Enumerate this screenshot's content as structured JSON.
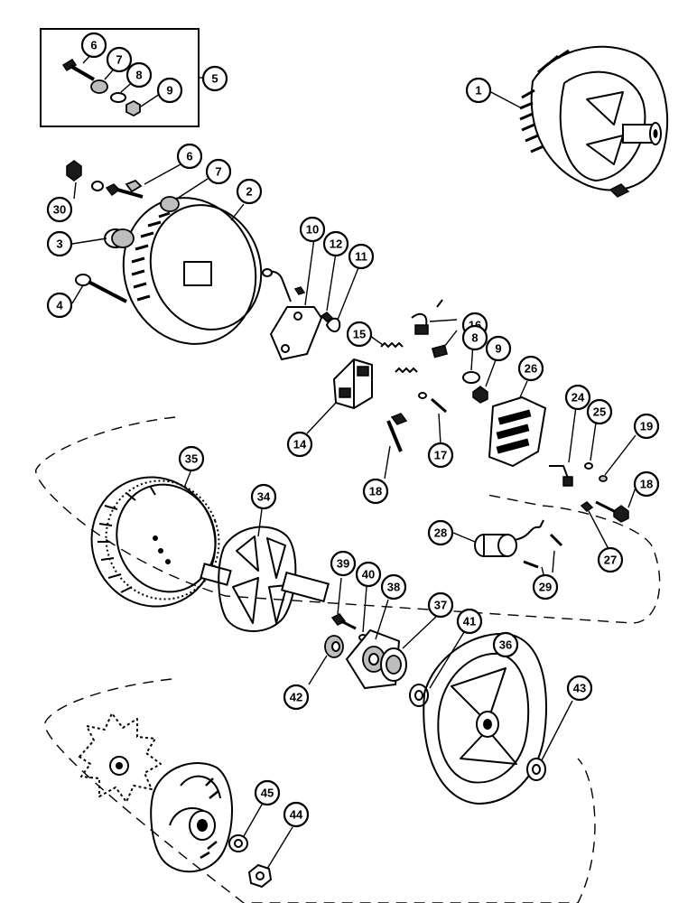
{
  "callouts": [
    {
      "id": "c1",
      "label": "1"
    },
    {
      "id": "c2",
      "label": "2"
    },
    {
      "id": "c3",
      "label": "3"
    },
    {
      "id": "c4",
      "label": "4"
    },
    {
      "id": "c5",
      "label": "5"
    },
    {
      "id": "c6a",
      "label": "6"
    },
    {
      "id": "c7a",
      "label": "7"
    },
    {
      "id": "c8a",
      "label": "8"
    },
    {
      "id": "c9a",
      "label": "9"
    },
    {
      "id": "c6b",
      "label": "6"
    },
    {
      "id": "c7b",
      "label": "7"
    },
    {
      "id": "c30",
      "label": "30"
    },
    {
      "id": "c10",
      "label": "10"
    },
    {
      "id": "c12",
      "label": "12"
    },
    {
      "id": "c11",
      "label": "11"
    },
    {
      "id": "c15",
      "label": "15"
    },
    {
      "id": "c16",
      "label": "16"
    },
    {
      "id": "c8b",
      "label": "8"
    },
    {
      "id": "c9b",
      "label": "9"
    },
    {
      "id": "c26",
      "label": "26"
    },
    {
      "id": "c14",
      "label": "14"
    },
    {
      "id": "c17",
      "label": "17"
    },
    {
      "id": "c18a",
      "label": "18"
    },
    {
      "id": "c24",
      "label": "24"
    },
    {
      "id": "c25",
      "label": "25"
    },
    {
      "id": "c19",
      "label": "19"
    },
    {
      "id": "c18b",
      "label": "18"
    },
    {
      "id": "c27",
      "label": "27"
    },
    {
      "id": "c28",
      "label": "28"
    },
    {
      "id": "c29",
      "label": "29"
    },
    {
      "id": "c35",
      "label": "35"
    },
    {
      "id": "c34",
      "label": "34"
    },
    {
      "id": "c39",
      "label": "39"
    },
    {
      "id": "c40",
      "label": "40"
    },
    {
      "id": "c38",
      "label": "38"
    },
    {
      "id": "c37",
      "label": "37"
    },
    {
      "id": "c41",
      "label": "41"
    },
    {
      "id": "c36",
      "label": "36"
    },
    {
      "id": "c42",
      "label": "42"
    },
    {
      "id": "c43",
      "label": "43"
    },
    {
      "id": "c45",
      "label": "45"
    },
    {
      "id": "c44",
      "label": "44"
    }
  ]
}
